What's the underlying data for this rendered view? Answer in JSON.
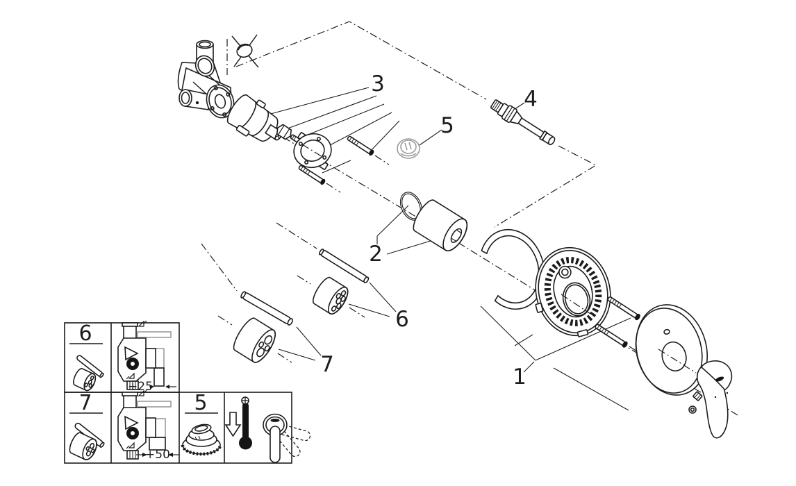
{
  "diagram": {
    "callouts": {
      "c1": "1",
      "c2": "2",
      "c3": "3",
      "c4": "4",
      "c5": "5",
      "c6": "6",
      "c7": "7"
    },
    "inset": {
      "row1_part_label": "6",
      "row1_dimension": "+25",
      "row2_part_label": "7",
      "row2_dimension": "+50",
      "row2_cap_label": "5"
    },
    "colors": {
      "line": "#1c1c1c",
      "muted": "#9b9b9b",
      "background": "#ffffff"
    }
  }
}
